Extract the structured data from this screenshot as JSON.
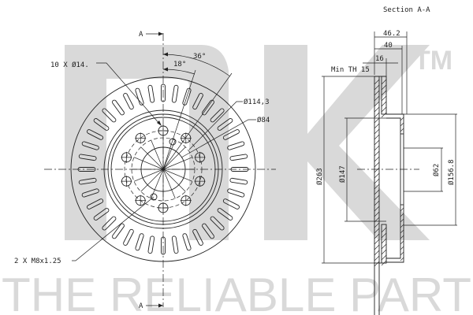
{
  "title": "Section A-A",
  "watermark": {
    "logo": "NK",
    "trademark": "TM",
    "tagline": "THE RELIABLE PART",
    "color": "#d9d9d9"
  },
  "front_view": {
    "section_marker_top": "A",
    "section_marker_bottom": "A",
    "angle_outer": "36°",
    "angle_inner": "18°",
    "holes_label": "10 X Ø14.",
    "thread_label": "2 X M8x1.25",
    "pcd_label": "Ø114,3",
    "center_bore_label": "Ø84",
    "hole_count": 10,
    "vent_slot_count": 40
  },
  "section_view": {
    "overall_height": "46.2",
    "hat_height": "40",
    "disc_thickness": "16",
    "min_thickness": "Min TH 15",
    "outer_diameter": "Ø263",
    "hat_inner_diameter": "Ø147",
    "center_hole": "Ø62",
    "hat_outer_diameter": "Ø156.8"
  },
  "colors": {
    "line": "#222222",
    "watermark": "#d9d9d9",
    "background": "#ffffff"
  }
}
